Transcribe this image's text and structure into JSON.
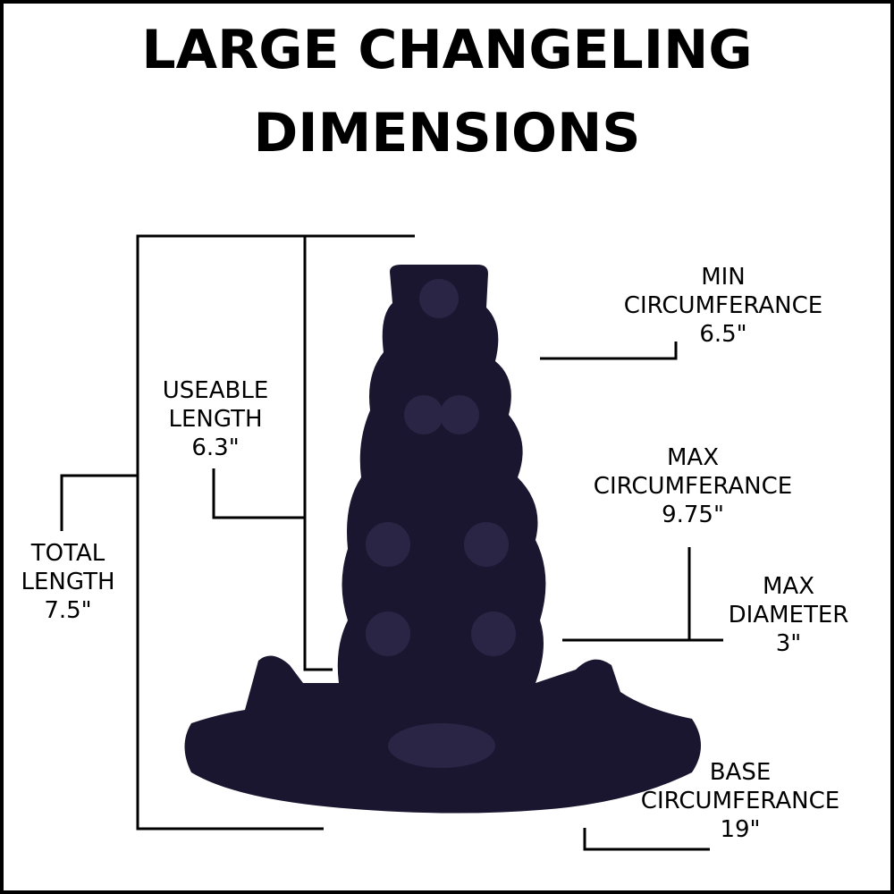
{
  "title": {
    "line1": "LARGE CHANGELING",
    "line2": "DIMENSIONS"
  },
  "colors": {
    "product": "#1b1630",
    "lines": "#000000"
  },
  "labels": {
    "min_circ": {
      "l1": "MIN",
      "l2": "CIRCUMFERANCE",
      "l3": "6.5\""
    },
    "useable": {
      "l1": "USEABLE",
      "l2": "LENGTH",
      "l3": "6.3\""
    },
    "total": {
      "l1": "TOTAL",
      "l2": "LENGTH",
      "l3": "7.5\""
    },
    "max_circ": {
      "l1": "MAX",
      "l2": "CIRCUMFERANCE",
      "l3": "9.75\""
    },
    "max_diam": {
      "l1": "MAX",
      "l2": "DIAMETER",
      "l3": "3\""
    },
    "base_circ": {
      "l1": "BASE",
      "l2": "CIRCUMFERANCE",
      "l3": "19\""
    }
  }
}
